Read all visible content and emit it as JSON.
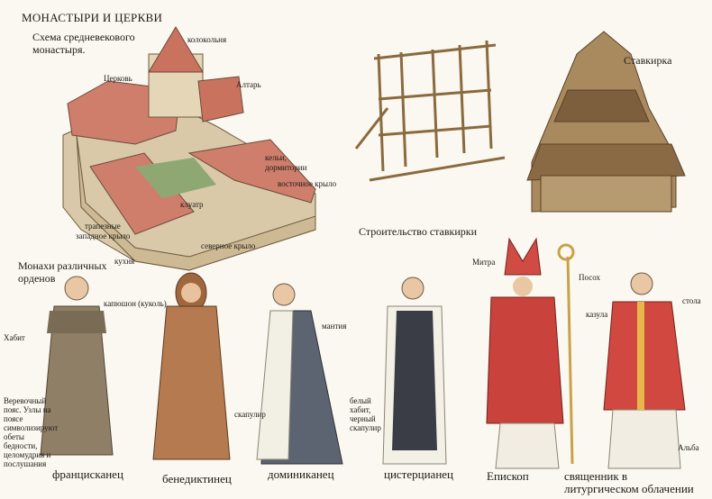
{
  "title": "МОНАСТЫРИ И ЦЕРКВИ",
  "monastery": {
    "heading": "Схема средневекового монастыря.",
    "labels": {
      "bell_tower": "колокольня",
      "church": "Церковь",
      "altar": "Алтарь",
      "cells": "кельи,",
      "dormitory": "дормитории",
      "east_wing": "восточное крыло",
      "courtyard": "клуатр",
      "refectory": "трапезные",
      "west_wing": "западное крыло",
      "kitchen": "кухня",
      "north_wing": "северное крыло"
    }
  },
  "stave": {
    "construction_caption": "Строительство ставкирки",
    "church_label": "Ставкирка"
  },
  "orders": {
    "heading": "Монахи различных орденов",
    "labels": {
      "hood": "капюшон (куколь)",
      "habit": "Хабит",
      "rope_belt": "Веревочный пояс. Узлы на поясе символизируют обеты бедности, целомудрия и послушания",
      "mantle": "мантия",
      "scapular": "скапулир",
      "white_habit": "белый хабит, черный скапулир",
      "mitre": "Митра",
      "crozier": "Посох",
      "chasuble": "казула",
      "stole": "стола",
      "alb": "Альба"
    },
    "figures": {
      "franciscan": "францисканец",
      "benedictine": "бенедиктинец",
      "dominican": "доминиканец",
      "cistercian": "цистерцианец",
      "bishop": "Епископ",
      "priest": "священник в литургическом облачении"
    }
  }
}
